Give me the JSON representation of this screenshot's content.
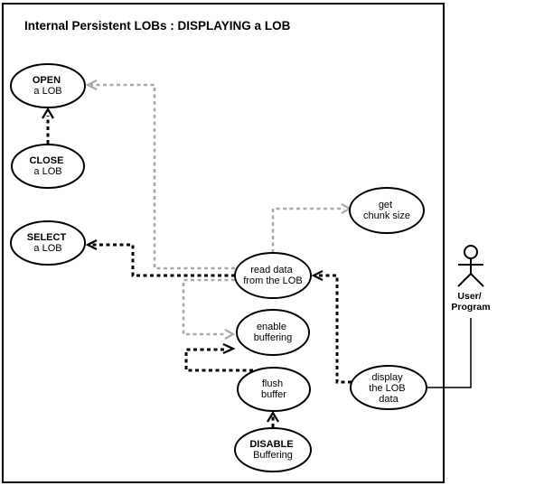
{
  "title": "Internal Persistent LOBs : DISPLAYING a LOB",
  "colors": {
    "foreground": "#000000",
    "secondary_edge": "#a9a9a9",
    "background": "#ffffff"
  },
  "actor": {
    "label_line1": "User/",
    "label_line2": "Program"
  },
  "nodes": {
    "open": {
      "line1": "OPEN",
      "line2": "a LOB"
    },
    "close": {
      "line1": "CLOSE",
      "line2": "a LOB"
    },
    "select": {
      "line1": "SELECT",
      "line2": "a LOB"
    },
    "get_chunk_size": {
      "line1": "get",
      "line2": "chunk size"
    },
    "read_data": {
      "line1": "read data",
      "line2": "from the LOB"
    },
    "enable_buffering": {
      "line1": "enable",
      "line2": "buffering"
    },
    "flush_buffer": {
      "line1": "flush",
      "line2": "buffer"
    },
    "disable_buffering": {
      "line1": "DISABLE",
      "line2": "Buffering"
    },
    "display_data": {
      "line1": "display",
      "line2": "the LOB",
      "line3": "data"
    }
  }
}
